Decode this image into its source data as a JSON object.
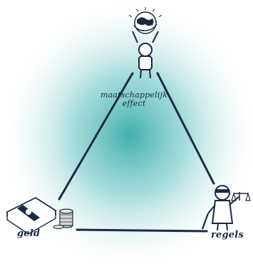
{
  "diagram": {
    "nodes": {
      "top": {
        "label_line1": "maatschappelijk",
        "label_line2": "effect",
        "icon": "person-holding-globe-icon"
      },
      "left": {
        "label": "geld",
        "icon": "money-and-coins-icon"
      },
      "right": {
        "label": "regels",
        "icon": "justice-figure-icon"
      }
    },
    "edges": [
      {
        "from": "top",
        "to": "left"
      },
      {
        "from": "top",
        "to": "right"
      },
      {
        "from": "left",
        "to": "right"
      }
    ],
    "colors": {
      "glow": "#1fa1a0",
      "ink": "#1b2a44",
      "background": "#ffffff"
    }
  }
}
